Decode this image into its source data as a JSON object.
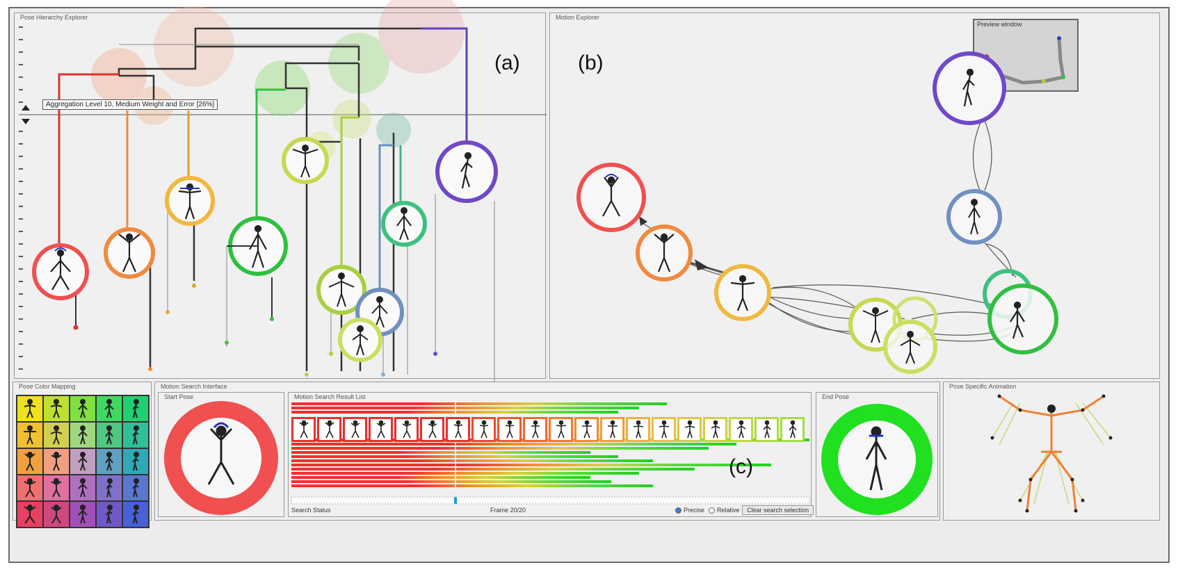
{
  "panels": {
    "pose_hierarchy": {
      "title": "Pose Hierarchy Explorer",
      "label": "(a)"
    },
    "motion_explorer": {
      "title": "Motion Explorer",
      "label": "(b)"
    },
    "color_mapping": {
      "title": "Pose Color Mapping"
    },
    "search_interface": {
      "title": "Motion Search Interface",
      "label": "(c)"
    },
    "start_pose": {
      "title": "Start Pose"
    },
    "result_list": {
      "title": "Motion Search Result List"
    },
    "end_pose": {
      "title": "End Pose"
    },
    "specific_animation": {
      "title": "Pose Specific Animation"
    }
  },
  "tooltip": "Aggregation Level 10, Medium Weight and Error [26%]",
  "preview_window": {
    "title": "Preview window"
  },
  "search_controls": {
    "search_status": "Search Status",
    "frame_text": "Frame 20/20",
    "radio_1": "Precise",
    "radio_2": "Relative",
    "button": "Clear search selection"
  },
  "colors": {
    "red": "#f05050",
    "orange": "#f08a40",
    "yellow": "#f0b840",
    "green": "#30c040",
    "lime": "#a8d040",
    "blue": "#7090c0",
    "teal": "#40b888",
    "purple": "#7048c8"
  }
}
